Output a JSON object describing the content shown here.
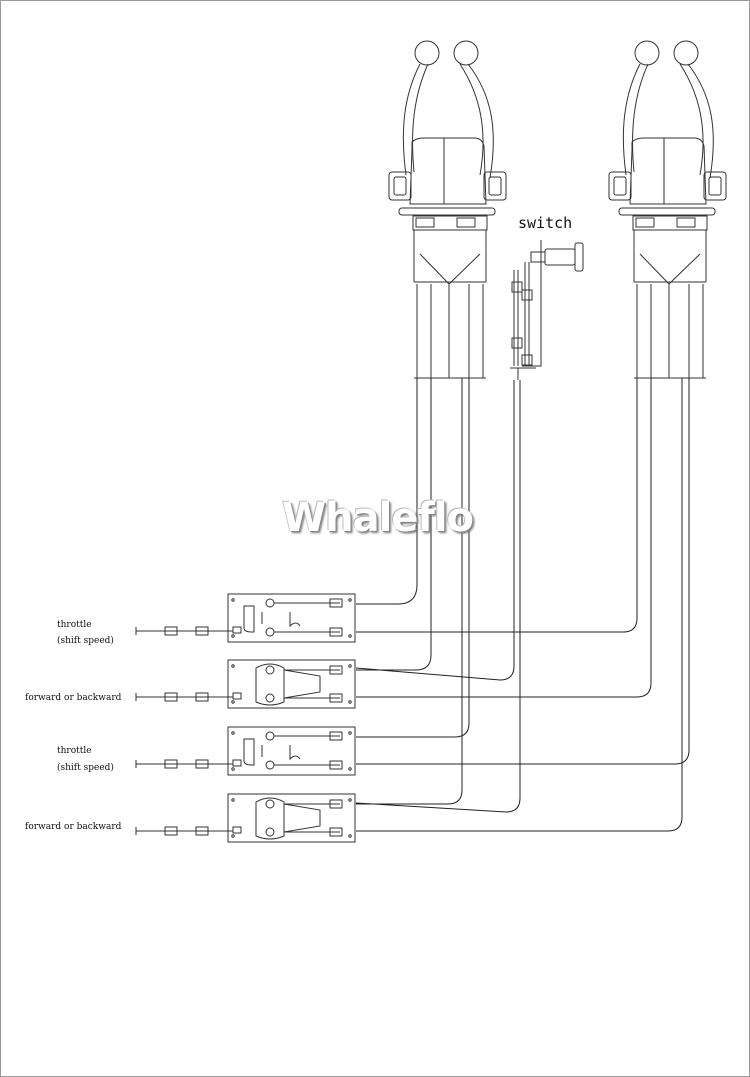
{
  "switch_label": "switch",
  "watermark": "Whaleflo",
  "labels": {
    "throttle_1": "throttle",
    "shift_speed_1": "(shift speed)",
    "forward_backward_1": "forward or backward",
    "throttle_2": "throttle",
    "shift_speed_2": "(shift speed)",
    "forward_backward_2": "forward or backward"
  }
}
